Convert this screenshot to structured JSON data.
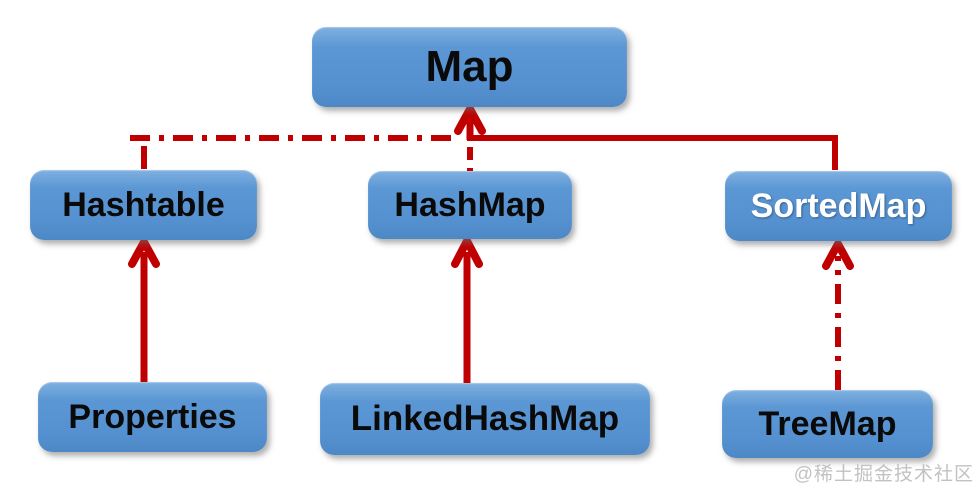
{
  "diagram": {
    "nodes": {
      "map": {
        "label": "Map"
      },
      "hashtable": {
        "label": "Hashtable"
      },
      "hashmap": {
        "label": "HashMap"
      },
      "sortedmap": {
        "label": "SortedMap"
      },
      "properties": {
        "label": "Properties"
      },
      "linkedhashmap": {
        "label": "LinkedHashMap"
      },
      "treemap": {
        "label": "TreeMap"
      }
    },
    "edges": [
      {
        "from": "Hashtable",
        "to": "Map",
        "style": "dash-dot"
      },
      {
        "from": "HashMap",
        "to": "Map",
        "style": "dashed"
      },
      {
        "from": "SortedMap",
        "to": "Map",
        "style": "solid"
      },
      {
        "from": "Properties",
        "to": "Hashtable",
        "style": "solid"
      },
      {
        "from": "LinkedHashMap",
        "to": "HashMap",
        "style": "solid"
      },
      {
        "from": "TreeMap",
        "to": "SortedMap",
        "style": "dash-dot"
      }
    ],
    "colors": {
      "background": "#ffffff",
      "node_fill_top": "#7fb0e0",
      "node_fill_bottom": "#4d88c6",
      "arrow": "#c00000",
      "node_text_dark": "#0a0a0a",
      "node_text_light": "#ffffff",
      "watermark": "#c2c2c2"
    },
    "watermark": "@稀土掘金技术社区"
  }
}
